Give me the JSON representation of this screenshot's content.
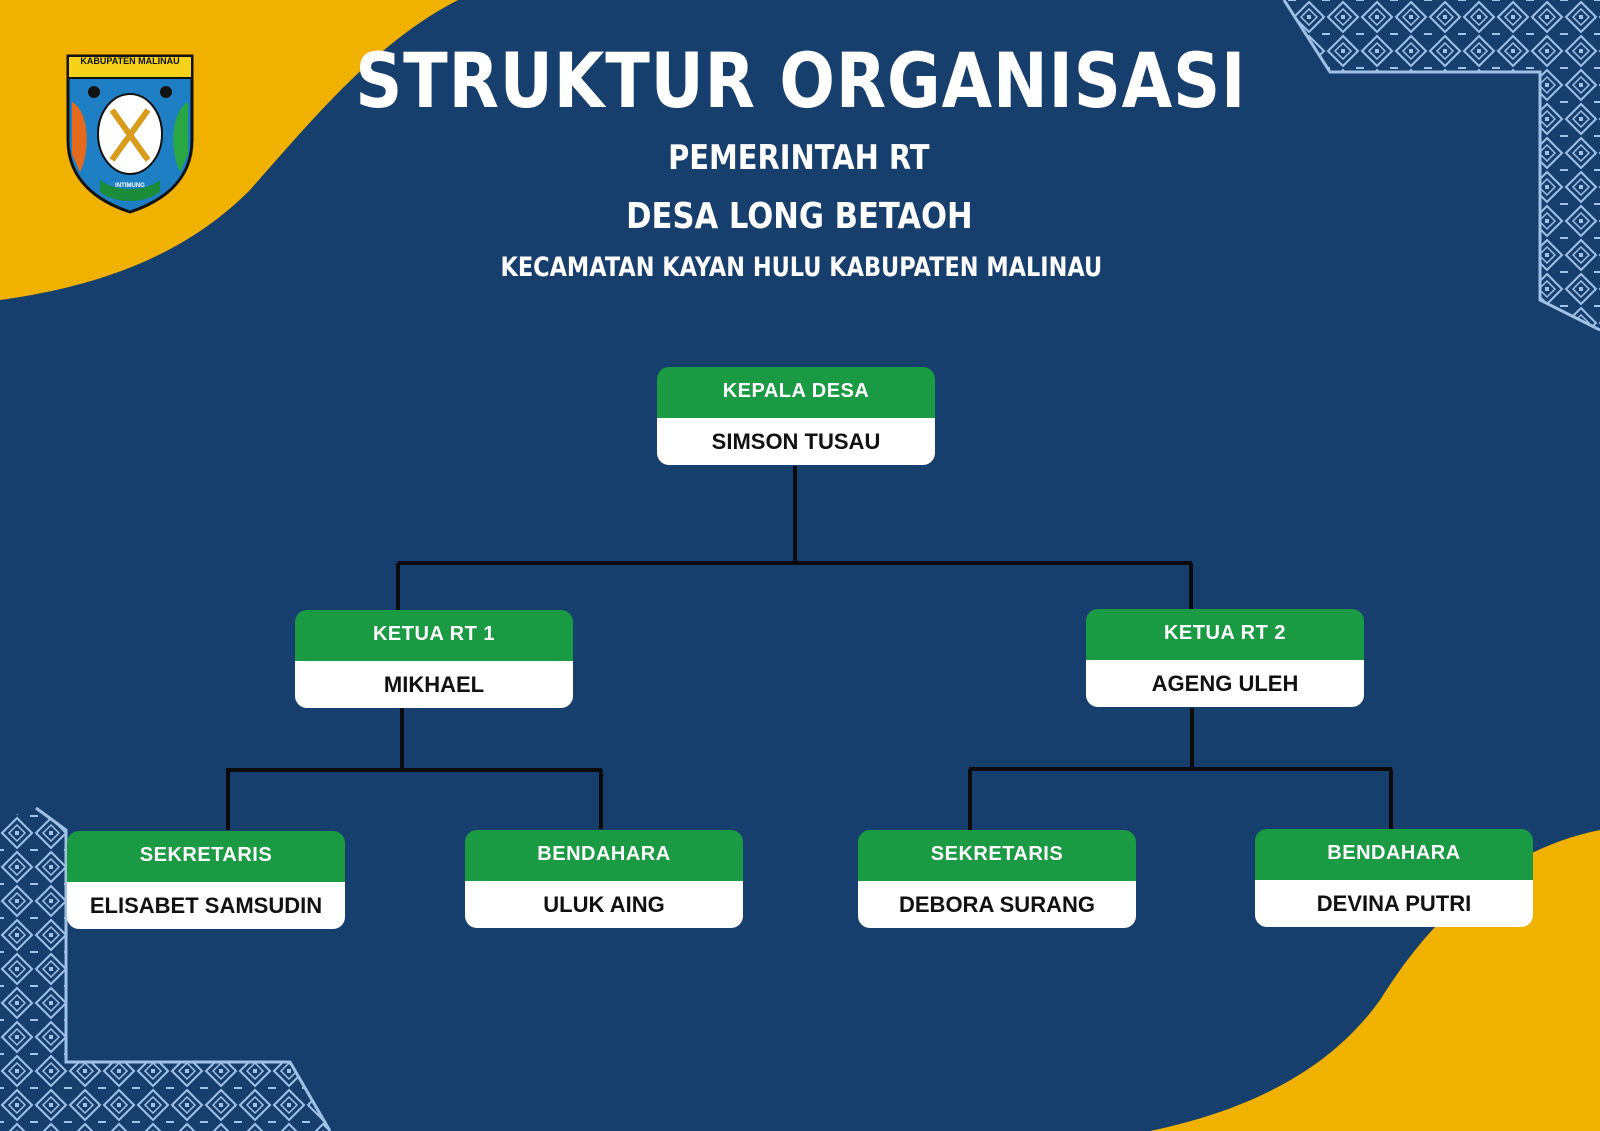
{
  "header": {
    "title": "STRUKTUR ORGANISASI",
    "subtitle_1": "PEMERINTAH RT",
    "subtitle_2": "DESA LONG BETAOH",
    "subtitle_3": "KECAMATAN KAYAN HULU KABUPATEN MALINAU"
  },
  "logo": {
    "top_text": "KABUPATEN MALINAU",
    "bottom_text": "INTIMUNG"
  },
  "colors": {
    "background": "#173f6e",
    "accent_yellow": "#f1b100",
    "role_green": "#1a9a42",
    "name_white": "#ffffff",
    "connector": "#0b0b0b",
    "pattern": "#a9c8ec"
  },
  "org": {
    "kepala_desa": {
      "role": "KEPALA DESA",
      "name": "SIMSON TUSAU"
    },
    "rt1": {
      "role": "KETUA RT 1",
      "name": "MIKHAEL"
    },
    "rt2": {
      "role": "KETUA RT 2",
      "name": "AGENG ULEH"
    },
    "rt1_sekretaris": {
      "role": "SEKRETARIS",
      "name": "ELISABET SAMSUDIN"
    },
    "rt1_bendahara": {
      "role": "BENDAHARA",
      "name": "ULUK AING"
    },
    "rt2_sekretaris": {
      "role": "SEKRETARIS",
      "name": "DEBORA SURANG"
    },
    "rt2_bendahara": {
      "role": "BENDAHARA",
      "name": "DEVINA PUTRI"
    }
  }
}
